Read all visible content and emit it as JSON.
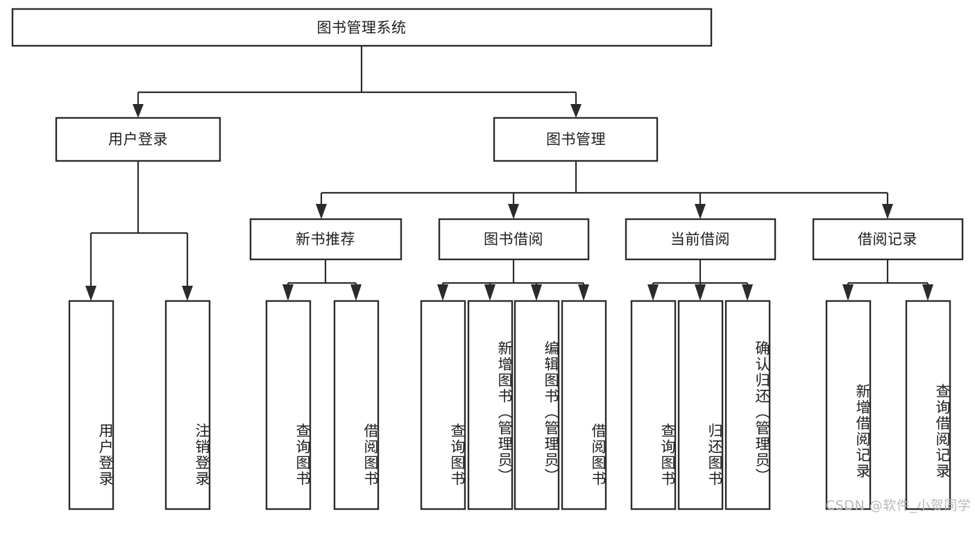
{
  "diagram": {
    "title": "图书管理系统",
    "type": "tree",
    "watermark": "CSDN @软件_小贺同学",
    "colors": {
      "box_stroke": "#2b2b2b",
      "box_fill": "#ffffff",
      "connector": "#2b2b2b",
      "text": "#1d1d1d",
      "watermark": "#b9b9b9",
      "background": "#ffffff"
    },
    "nodes": {
      "root": {
        "label": "图书管理系统",
        "orientation": "horizontal"
      },
      "level2": [
        {
          "id": "user-login",
          "label": "用户登录",
          "orientation": "horizontal"
        },
        {
          "id": "book-management",
          "label": "图书管理",
          "orientation": "horizontal"
        }
      ],
      "level3": [
        {
          "id": "new-book-recommend",
          "label": "新书推荐",
          "orientation": "horizontal"
        },
        {
          "id": "book-borrow",
          "label": "图书借阅",
          "orientation": "horizontal"
        },
        {
          "id": "current-borrow",
          "label": "当前借阅",
          "orientation": "horizontal"
        },
        {
          "id": "borrow-record",
          "label": "借阅记录",
          "orientation": "horizontal"
        }
      ],
      "leaves": [
        {
          "id": "leaf-user-login",
          "parent": "user-login",
          "label": "用户登录",
          "orientation": "vertical"
        },
        {
          "id": "leaf-user-logout",
          "parent": "user-login",
          "label": "注销登录",
          "orientation": "vertical"
        },
        {
          "id": "leaf-query-book-1",
          "parent": "new-book-recommend",
          "label": "查询图书",
          "orientation": "vertical"
        },
        {
          "id": "leaf-borrow-book-1",
          "parent": "new-book-recommend",
          "label": "借阅图书",
          "orientation": "vertical"
        },
        {
          "id": "leaf-query-book-2",
          "parent": "book-borrow",
          "label": "查询图书",
          "orientation": "vertical"
        },
        {
          "id": "leaf-add-book",
          "parent": "book-borrow",
          "label": "新增图书（管理员）",
          "orientation": "vertical"
        },
        {
          "id": "leaf-edit-book",
          "parent": "book-borrow",
          "label": "编辑图书（管理员）",
          "orientation": "vertical"
        },
        {
          "id": "leaf-borrow-book-2",
          "parent": "book-borrow",
          "label": "借阅图书",
          "orientation": "vertical"
        },
        {
          "id": "leaf-query-book-3",
          "parent": "current-borrow",
          "label": "查询图书",
          "orientation": "vertical"
        },
        {
          "id": "leaf-return-book",
          "parent": "current-borrow",
          "label": "归还图书",
          "orientation": "vertical"
        },
        {
          "id": "leaf-confirm-return",
          "parent": "current-borrow",
          "label": "确认归还（管理员）",
          "orientation": "vertical"
        },
        {
          "id": "leaf-add-record",
          "parent": "borrow-record",
          "label": "新增借阅记录",
          "orientation": "vertical"
        },
        {
          "id": "leaf-query-record",
          "parent": "borrow-record",
          "label": "查询借阅记录",
          "orientation": "vertical"
        }
      ]
    }
  }
}
